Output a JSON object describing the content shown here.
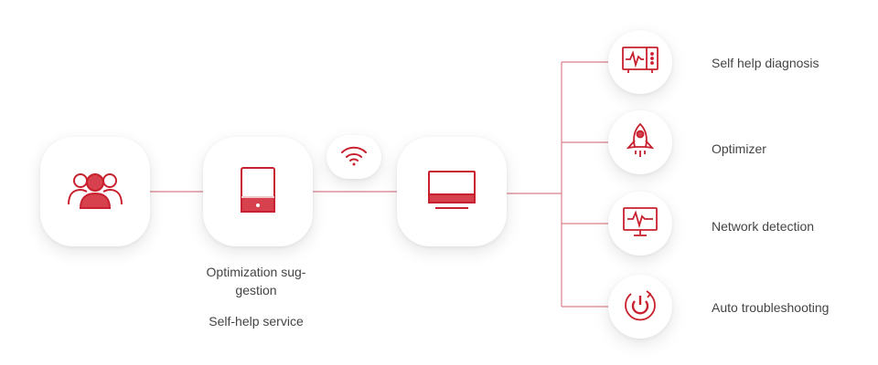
{
  "colors": {
    "accent": "#c8202f",
    "line": "#d9808a",
    "card_bg": "#ffffff",
    "text": "#444444"
  },
  "nodes": {
    "users": {
      "icon": "users-icon"
    },
    "app": {
      "icon": "mobile-app-icon"
    },
    "wifi": {
      "icon": "wifi-icon"
    },
    "router": {
      "icon": "monitor-icon"
    }
  },
  "captions": {
    "line1": "Optimization sug-",
    "line2": "gestion",
    "line3": "Self-help service"
  },
  "features": [
    {
      "label": "Self help diagnosis",
      "icon": "diagnosis-device-icon"
    },
    {
      "label": "Optimizer",
      "icon": "rocket-icon"
    },
    {
      "label": "Network detection",
      "icon": "network-monitor-icon"
    },
    {
      "label": "Auto troubleshooting",
      "icon": "power-refresh-icon"
    }
  ]
}
